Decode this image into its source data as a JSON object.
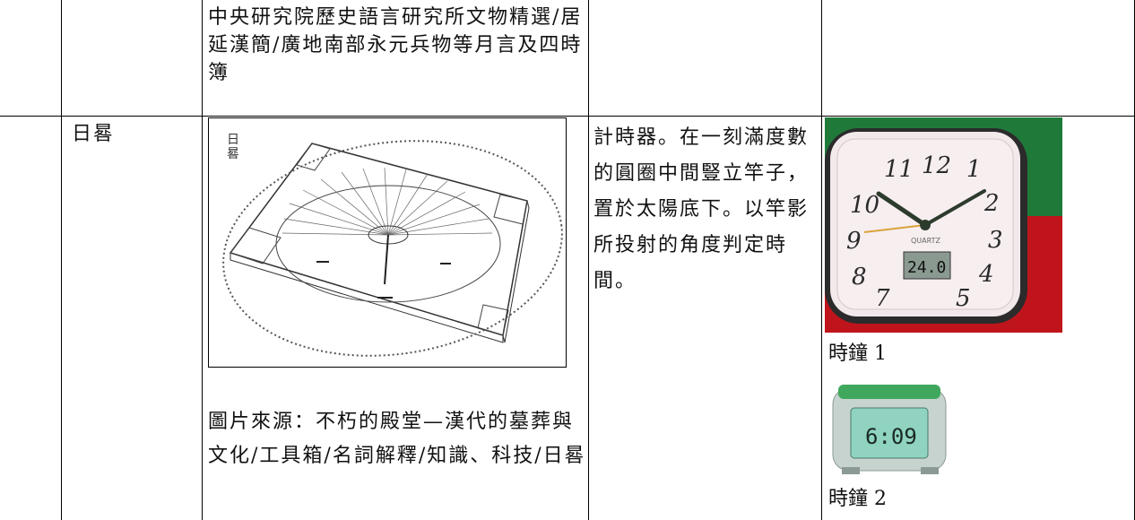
{
  "table": {
    "row1": {
      "source_text": "中央研究院歷史語言研究所文物精選/居延漢簡/廣地南部永元兵物等月言及四時簿"
    },
    "row2": {
      "name": "日晷",
      "sundial_label": "日\n晷",
      "image_caption": "圖片來源：不朽的殿堂—漢代的墓葬與文化/工具箱/名詞解釋/知識、科技/日晷",
      "description": "計時器。在一刻滿度數的圓圈中間豎立竿子，置於太陽底下。以竿影所投射的角度判定時間。",
      "clock1": {
        "label": "時鐘 1",
        "numerals": [
          "11",
          "12",
          "1",
          "2",
          "3",
          "4",
          "5",
          "7",
          "8",
          "9",
          "10"
        ],
        "brand": "QUARTZ",
        "digital_readout": "24.0"
      },
      "clock2": {
        "label": "時鐘 2",
        "digital_readout": "6:09"
      }
    }
  }
}
